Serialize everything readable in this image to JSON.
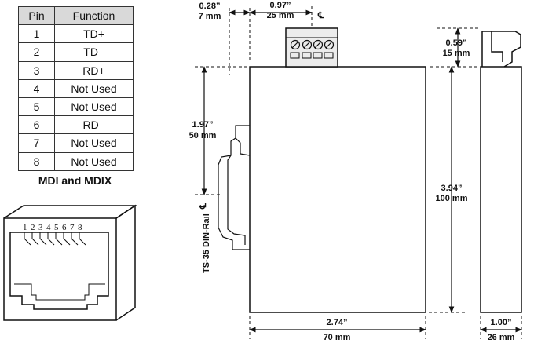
{
  "pin_table": {
    "headers": [
      "Pin",
      "Function"
    ],
    "rows": [
      [
        "1",
        "TD+"
      ],
      [
        "2",
        "TD–"
      ],
      [
        "3",
        "RD+"
      ],
      [
        "4",
        "Not Used"
      ],
      [
        "5",
        "Not Used"
      ],
      [
        "6",
        "RD–"
      ],
      [
        "7",
        "Not Used"
      ],
      [
        "8",
        "Not Used"
      ]
    ],
    "caption": "MDI and MDIX"
  },
  "connector": {
    "pin_numbers": [
      "1",
      "2",
      "3",
      "4",
      "5",
      "6",
      "7",
      "8"
    ]
  },
  "dimensions": {
    "left_offset_in": "0.28”",
    "left_offset_mm": "7 mm",
    "terminal_offset_in": "0.97”",
    "terminal_offset_mm": "25 mm",
    "centerline_symbol": "℄",
    "terminal_height_in": "0.59”",
    "terminal_height_mm": "15 mm",
    "rail_height_in": "1.97”",
    "rail_height_mm": "50 mm",
    "body_height_in": "3.94”",
    "body_height_mm": "100 mm",
    "body_width_in": "2.74”",
    "body_width_mm": "70 mm",
    "depth_in": "1.00”",
    "depth_mm": "26 mm",
    "rail_label": "TS-35 DIN-Rail"
  }
}
